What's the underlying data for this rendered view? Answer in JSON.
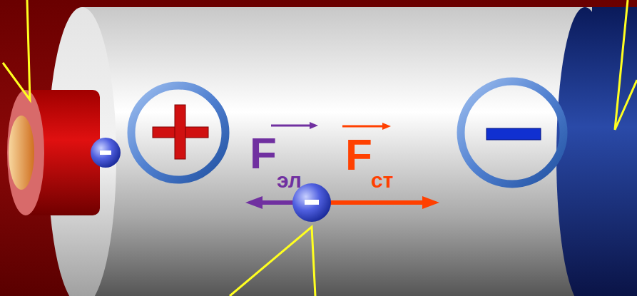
{
  "diagram": {
    "labels": [
      "F",
      "эл",
      "F",
      "ст"
    ]
  }
}
